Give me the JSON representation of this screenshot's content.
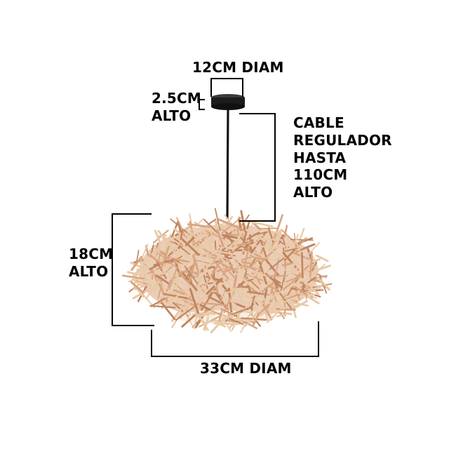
{
  "labels": {
    "canopy_diameter": "12CM DIAM",
    "canopy_height": "2.5CM\nALTO",
    "cable": "CABLE\nREGULADOR\nHASTA\n110CM\nALTO",
    "shade_height": "18CM\nALTO",
    "shade_diameter": "33CM DIAM"
  },
  "colors": {
    "background": "#ffffff",
    "text": "#000000",
    "dimension_lines": "#000000",
    "canopy": "#1c1c1c",
    "cable": "#141414",
    "rattan_light": "#e9c9a8",
    "rattan_mid": "#d9a580",
    "rattan_dark": "#c08560",
    "inner_glow": "#f6eee2"
  }
}
